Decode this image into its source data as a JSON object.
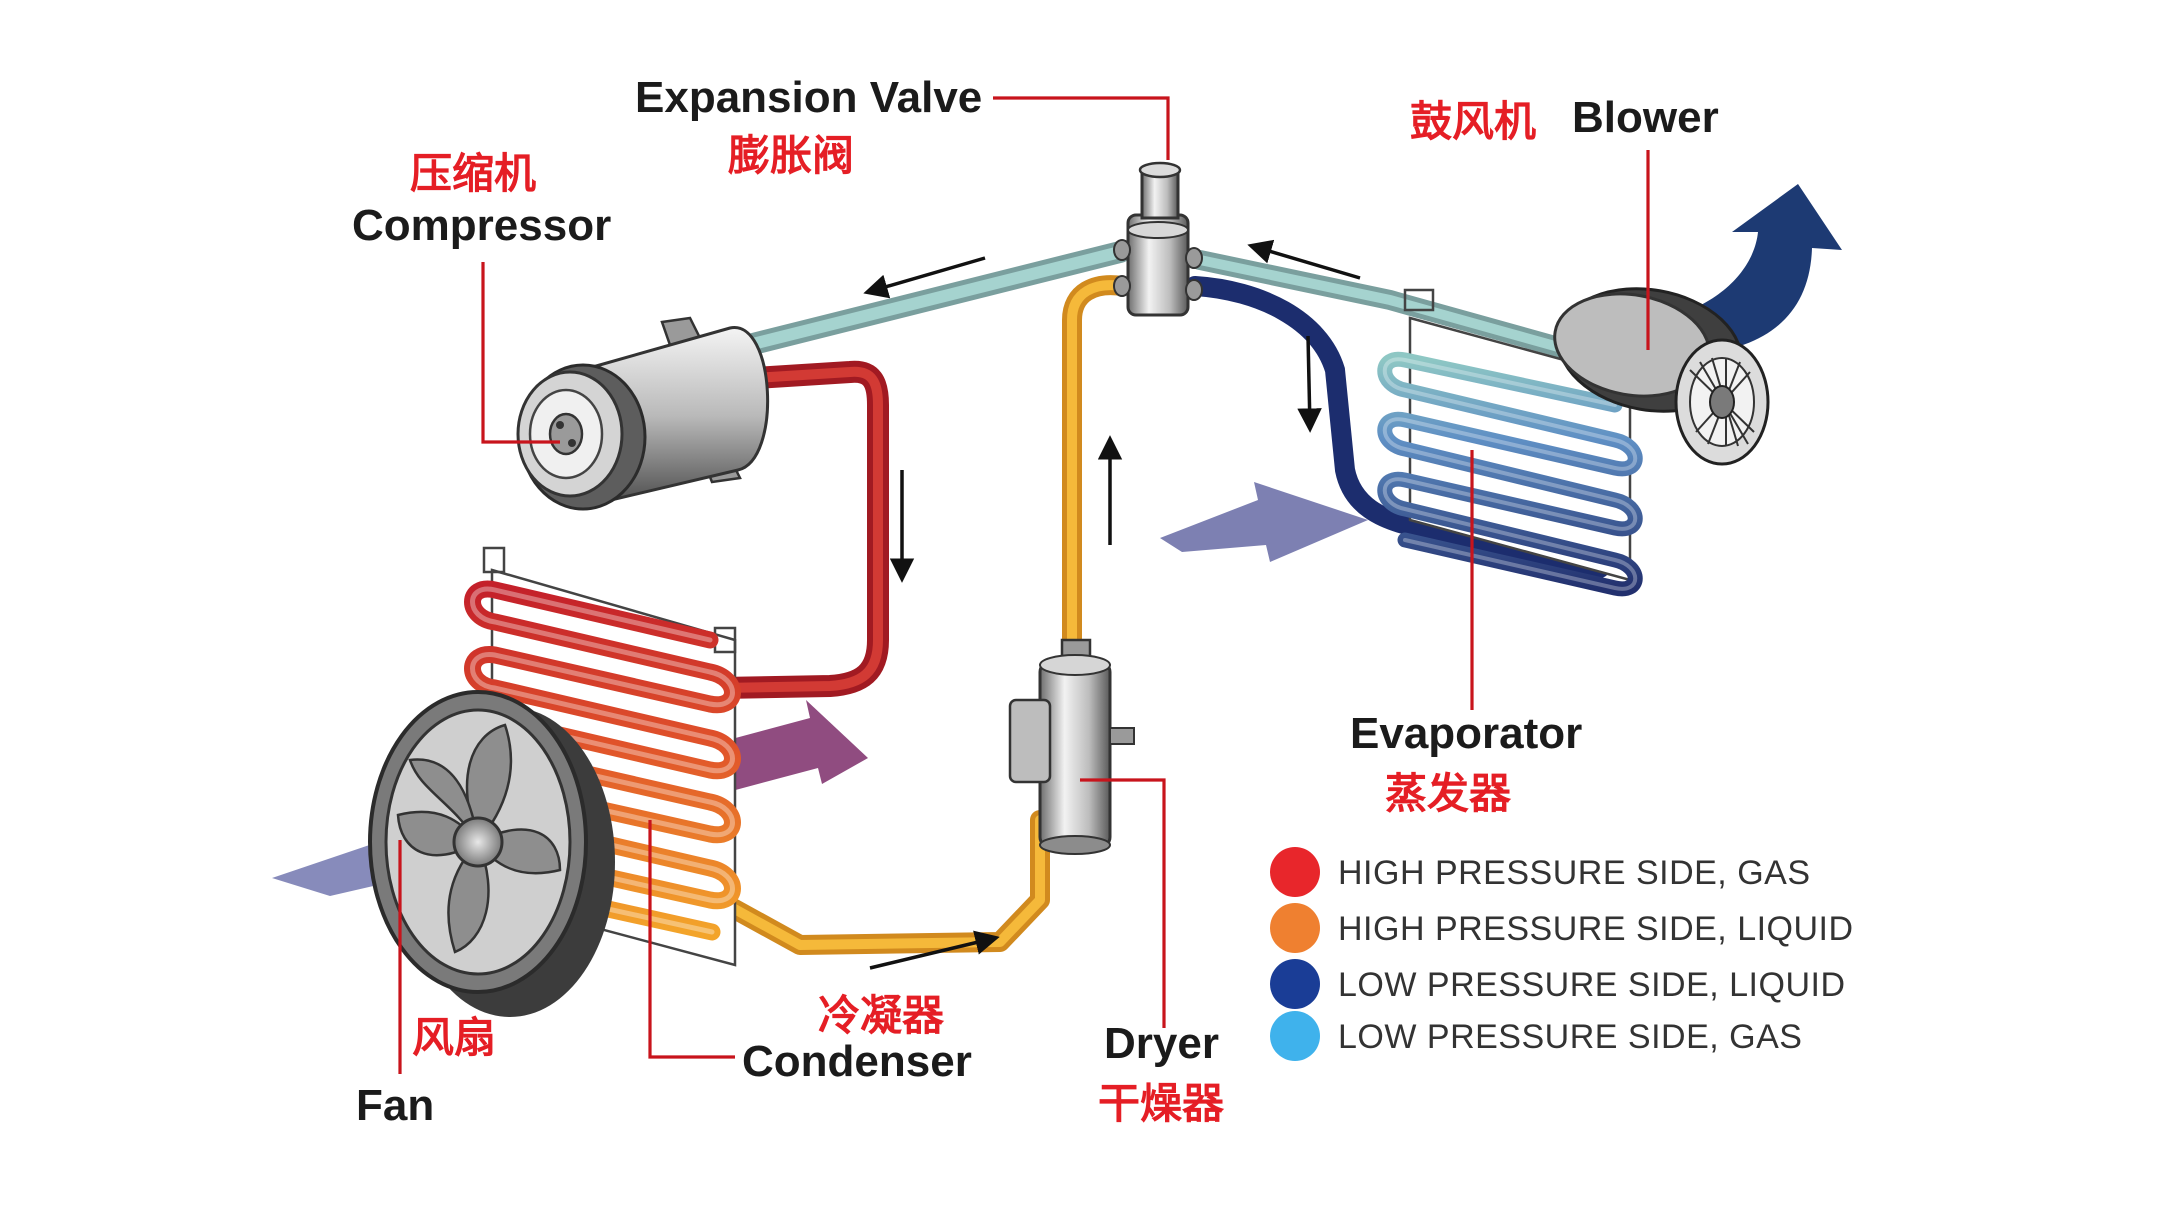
{
  "labels": {
    "expansion_valve": {
      "en": "Expansion Valve",
      "zh": "膨胀阀"
    },
    "compressor": {
      "en": "Compressor",
      "zh": "压缩机"
    },
    "blower": {
      "en": "Blower",
      "zh": "鼓风机"
    },
    "evaporator": {
      "en": "Evaporator",
      "zh": "蒸发器"
    },
    "condenser": {
      "en": "Condenser",
      "zh": "冷凝器"
    },
    "dryer": {
      "en": "Dryer",
      "zh": "干燥器"
    },
    "fan": {
      "en": "Fan",
      "zh": "风扇"
    }
  },
  "legend": [
    {
      "label": "HIGH PRESSURE SIDE, GAS",
      "color": "#e8262b"
    },
    {
      "label": "HIGH PRESSURE SIDE, LIQUID",
      "color": "#ef8030"
    },
    {
      "label": "LOW PRESSURE SIDE, LIQUID",
      "color": "#1a3d96"
    },
    {
      "label": "LOW PRESSURE SIDE, GAS",
      "color": "#3fb2ec"
    }
  ],
  "colors": {
    "high_gas": "#c8202a",
    "high_liquid": "#f0a428",
    "low_liquid": "#1c2d6e",
    "low_gas": "#8ec7c4",
    "label_red": "#e51e25",
    "air_purple": "#6b6fa8",
    "air_hot": "#7c2d6a",
    "air_out": "#1d3a73"
  }
}
